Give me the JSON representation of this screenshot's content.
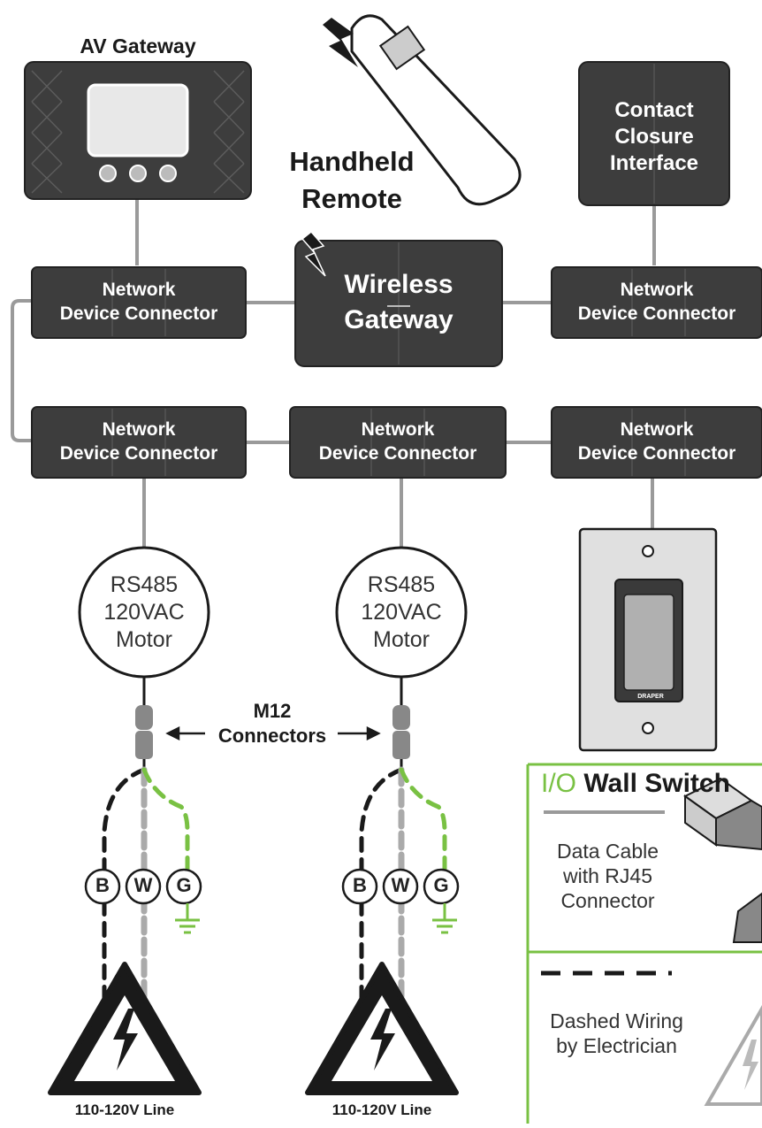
{
  "colors": {
    "device_fill": "#3d3d3d",
    "device_stroke": "#222222",
    "wire_gray": "#9a9a9a",
    "dash_black": "#1a1a1a",
    "dash_green": "#79c143",
    "legend_green": "#79c143",
    "text_dark": "#1a1a1a"
  },
  "devices": {
    "av_gateway": {
      "title": "AV Gateway"
    },
    "handheld_remote": {
      "line1": "Handheld",
      "line2": "Remote"
    },
    "contact_closure": {
      "line1": "Contact",
      "line2": "Closure",
      "line3": "Interface"
    },
    "wireless_gateway": {
      "line1": "Wireless",
      "line2": "Gateway"
    },
    "ndc_label": {
      "line1": "Network",
      "line2": "Device Connector"
    }
  },
  "motors": [
    {
      "line1": "RS485",
      "line2": "120VAC",
      "line3": "Motor"
    },
    {
      "line1": "RS485",
      "line2": "120VAC",
      "line3": "Motor"
    }
  ],
  "m12": {
    "line1": "M12",
    "line2": "Connectors"
  },
  "terminals": {
    "b": "B",
    "w": "W",
    "g": "G"
  },
  "line_voltage": {
    "label": "110-120V Line"
  },
  "wall_switch": {
    "symbol": "I/O",
    "label": "Wall Switch",
    "brand": "DRAPER"
  },
  "legend": {
    "data_cable": {
      "line1": "Data Cable",
      "line2": "with RJ45",
      "line3": "Connector"
    },
    "dashed_wiring": {
      "line1": "Dashed Wiring",
      "line2": "by Electrician"
    }
  }
}
